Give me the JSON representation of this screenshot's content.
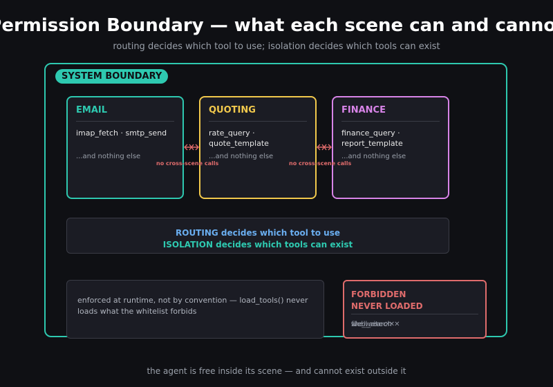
{
  "title": "Permission Boundary — what each scene can and cannot",
  "subtitle": "routing decides which tool to use; isolation decides which tools can exist",
  "boundary": {
    "label": "SYSTEM BOUNDARY"
  },
  "colors": {
    "boundary": "#2ec9b0",
    "email": "#2ec9b0",
    "quoting": "#f2c94c",
    "finance": "#d884e8",
    "forbidden": "#e06c6c",
    "routing": "#6aaef0",
    "background": "#0f1014"
  },
  "scenes": [
    {
      "name": "EMAIL",
      "tools": "imap_fetch · smtp_send",
      "only": "...and nothing else"
    },
    {
      "name": "QUOTING",
      "tools": "rate_query · quote_template",
      "only": "...and nothing else"
    },
    {
      "name": "FINANCE",
      "tools": "finance_query · report_template",
      "only": "...and nothing else"
    }
  ],
  "barriers": [
    {
      "label": "no cross-scene calls",
      "icon": "blocked-arrows-icon"
    },
    {
      "label": "no cross-scene calls",
      "icon": "blocked-arrows-icon"
    }
  ],
  "routing": {
    "line1": "ROUTING decides which tool to use",
    "line2": "ISOLATION decides which tools can exist"
  },
  "enforcement": "enforced at runtime, not by convention — load_tools() never loads what the whitelist forbids",
  "forbidden": {
    "title_line1": "FORBIDDEN",
    "title_line2": "NEVER LOADED",
    "tools": [
      "file_write ✕",
      "shell_exec ✕",
      "web_search ✕"
    ]
  },
  "footer": "the agent is free inside its scene — and cannot exist outside it"
}
